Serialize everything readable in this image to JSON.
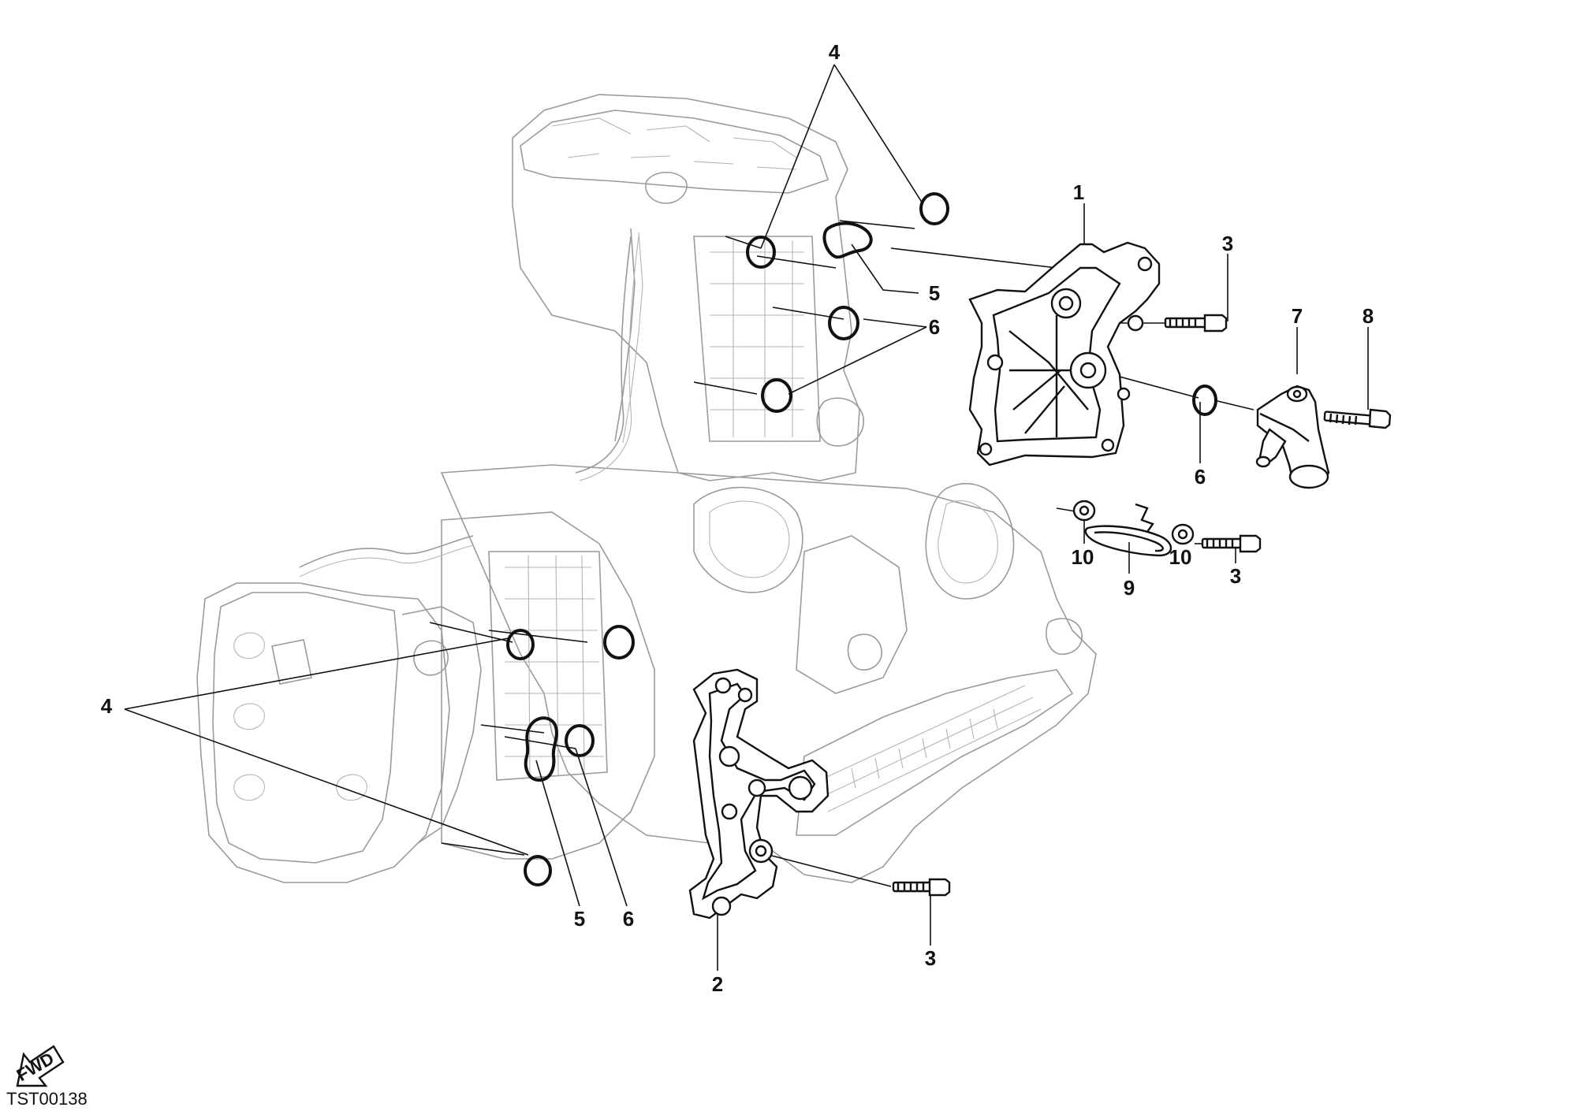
{
  "callouts": {
    "c1": "1",
    "c2": "2",
    "c3a": "3",
    "c3b": "3",
    "c3c": "3",
    "c4a": "4",
    "c4b": "4",
    "c5a": "5",
    "c5b": "5",
    "c6a": "6",
    "c6b": "6",
    "c6c": "6",
    "c7": "7",
    "c8": "8",
    "c9": "9",
    "c10a": "10",
    "c10b": "10"
  },
  "fwd_label": "FWD",
  "drawing_code": "TST00138",
  "colors": {
    "line": "#111111",
    "engine_line": "#9a9a9a",
    "background": "#ffffff"
  }
}
